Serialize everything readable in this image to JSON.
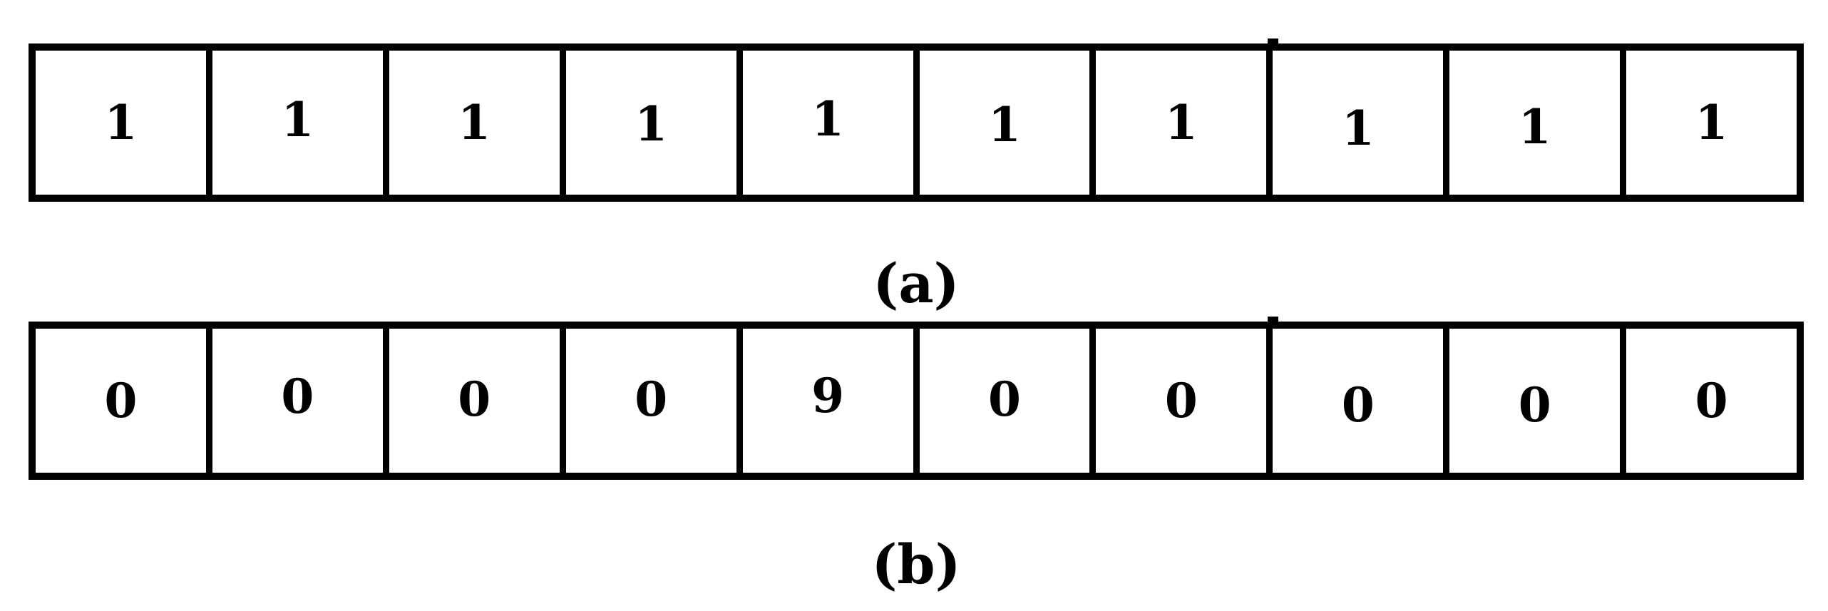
{
  "colors": {
    "ink": "#000000",
    "paper": "#ffffff"
  },
  "rows": {
    "a": {
      "label": "(a)",
      "cells": [
        "1",
        "1",
        "1",
        "1",
        "1",
        "1",
        "1",
        "1",
        "1",
        "1"
      ]
    },
    "b": {
      "label": "(b)",
      "cells": [
        "0",
        "0",
        "0",
        "0",
        "9",
        "0",
        "0",
        "0",
        "0",
        "0"
      ]
    }
  }
}
